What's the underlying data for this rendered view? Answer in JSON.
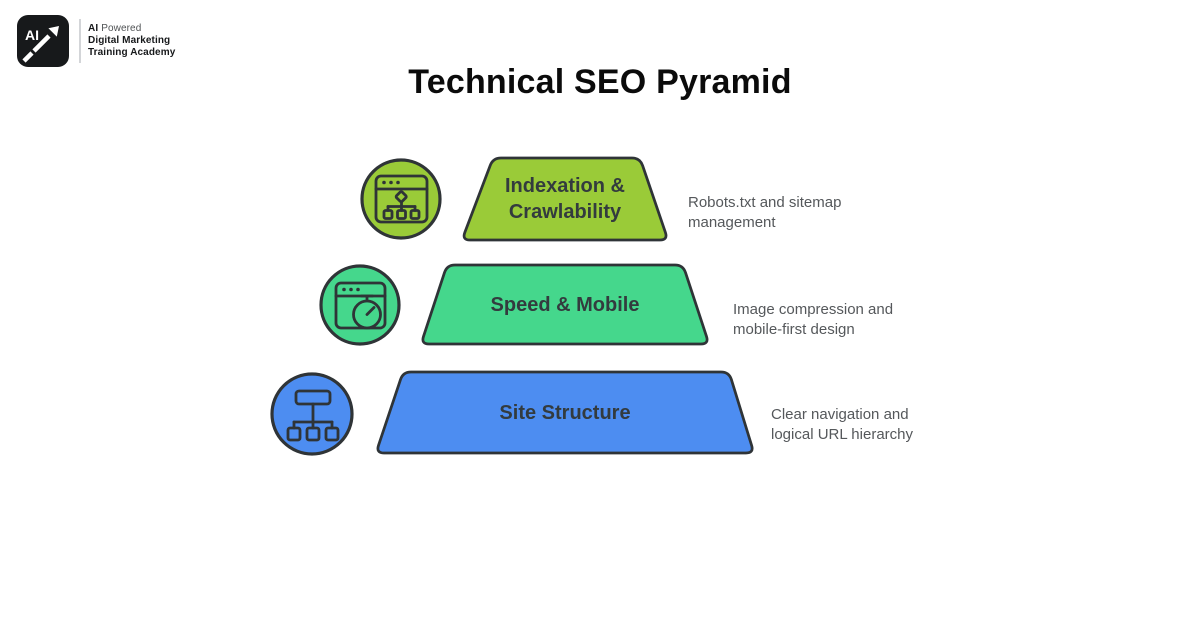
{
  "brand": {
    "mark_text": "AI",
    "line1_bold": "AI",
    "line1_rest": "Powered",
    "line2": "Digital Marketing",
    "line3": "Training Academy"
  },
  "title": "Technical SEO Pyramid",
  "levels": [
    {
      "rank": 1,
      "label": "Indexation & Crawlability",
      "label_lines": [
        "Indexation &",
        "Crawlability"
      ],
      "description": "Robots.txt and sitemap management",
      "description_lines": [
        "Robots.txt and sitemap",
        "management"
      ],
      "fill": "#9ACB38",
      "icon": "browser-sitemap-icon"
    },
    {
      "rank": 2,
      "label": "Speed & Mobile",
      "label_lines": [
        "Speed & Mobile"
      ],
      "description": "Image compression and mobile-first design",
      "description_lines": [
        "Image compression and",
        "mobile-first design"
      ],
      "fill": "#45D78C",
      "icon": "browser-stopwatch-icon"
    },
    {
      "rank": 3,
      "label": "Site Structure",
      "label_lines": [
        "Site Structure"
      ],
      "description": "Clear navigation and logical URL hierarchy",
      "description_lines": [
        "Clear navigation and",
        "logical URL hierarchy"
      ],
      "fill": "#4D8DF1",
      "icon": "site-hierarchy-icon"
    }
  ],
  "colors": {
    "outline": "#2F3437",
    "label_text": "#333B3E",
    "description_text": "#55585B",
    "title_text": "#0B0B0B",
    "logo_background": "#17191B",
    "logo_foreground": "#FFFFFF",
    "divider": "#C4C7CA"
  }
}
